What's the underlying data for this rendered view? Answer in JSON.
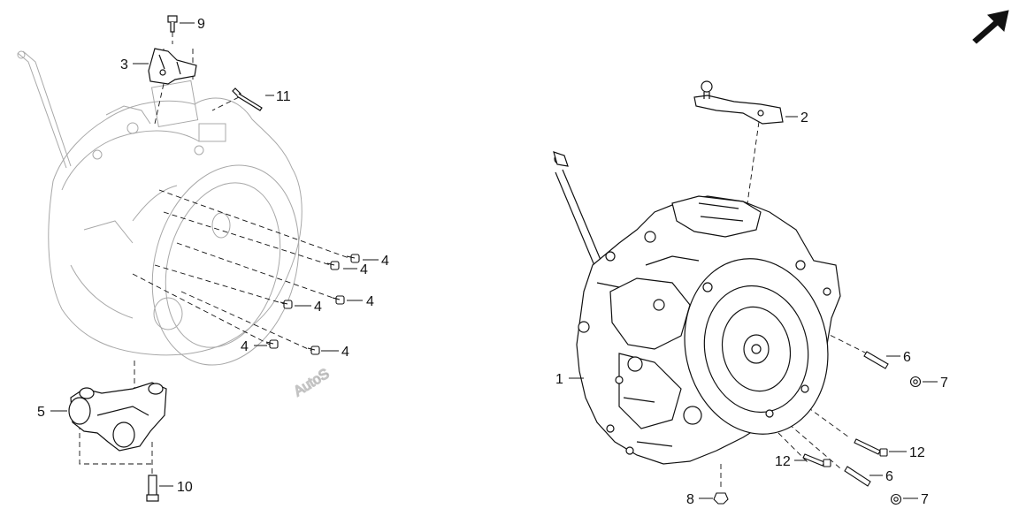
{
  "diagram": {
    "watermark": "AutoS",
    "callouts": {
      "c1": "1",
      "c2": "2",
      "c3": "3",
      "c4": "4",
      "c5": "5",
      "c6": "6",
      "c7": "7",
      "c8": "8",
      "c9": "9",
      "c10": "10",
      "c11": "11",
      "c12": "12"
    }
  },
  "icons": {
    "direction_arrow": "front-direction-arrow-icon"
  },
  "colors": {
    "line": "#111111",
    "ghost": "#a8a8a8",
    "watermark": "#c8c8c8"
  }
}
